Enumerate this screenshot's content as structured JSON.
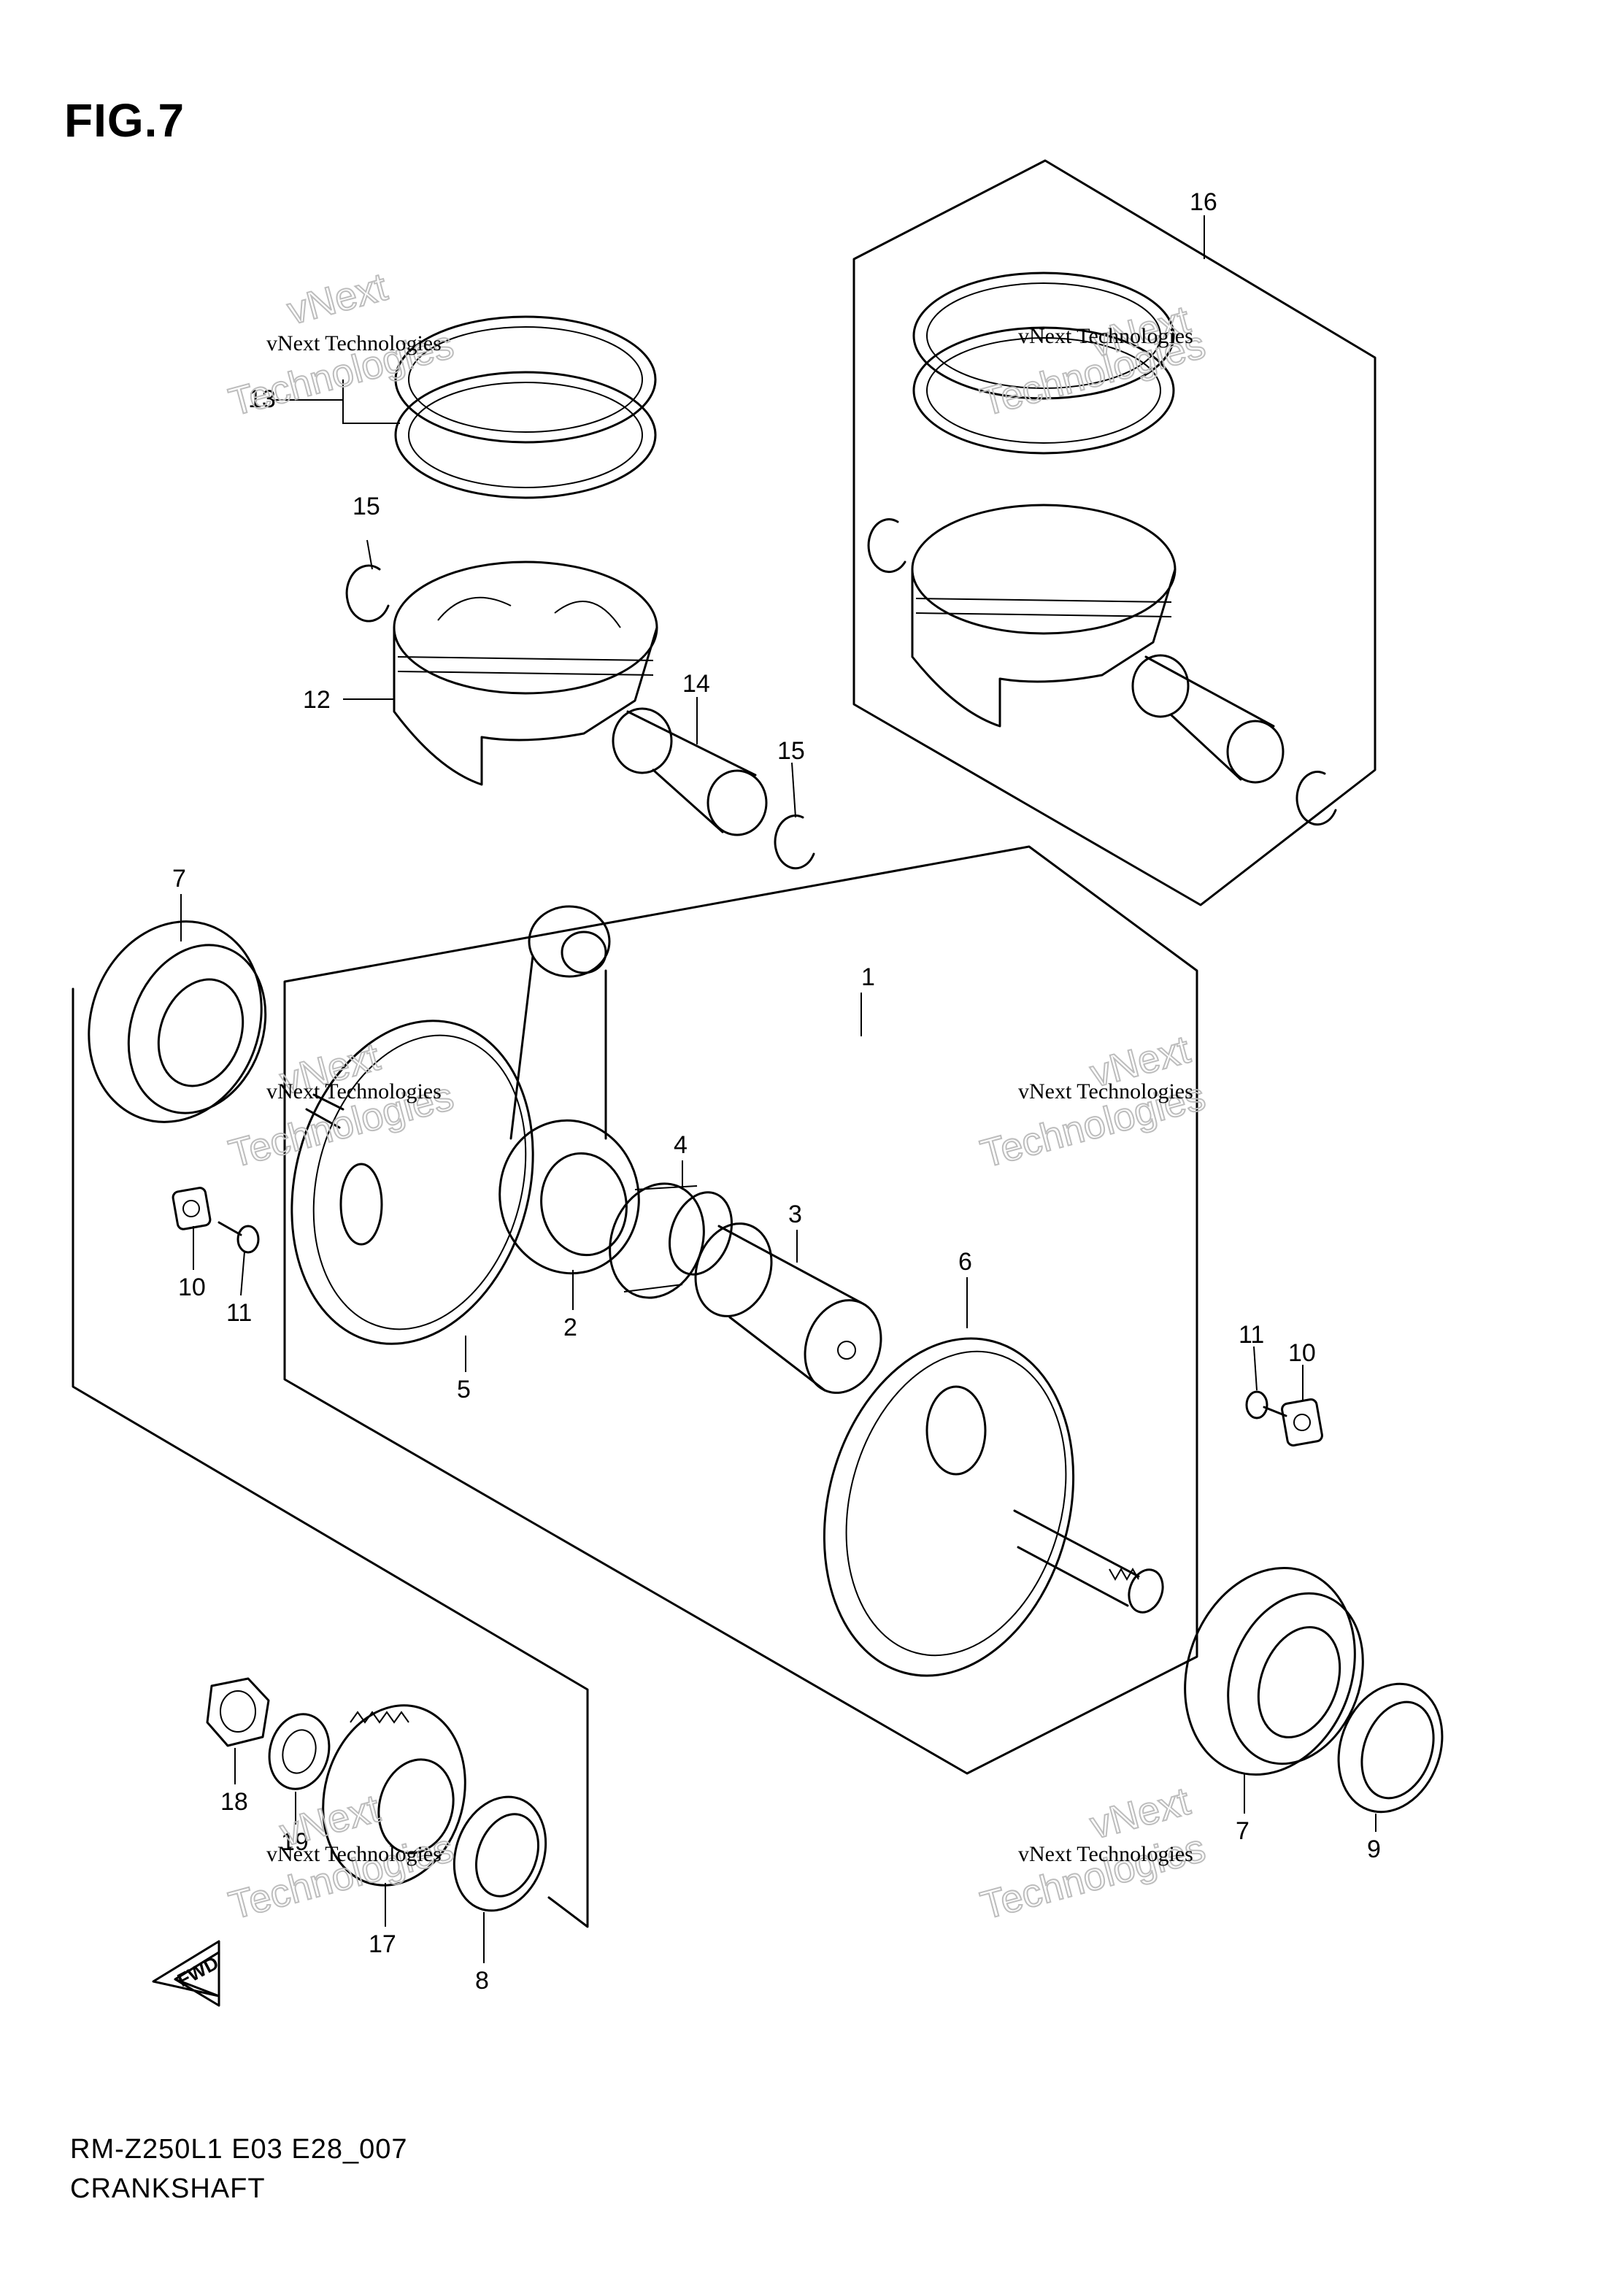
{
  "figure": {
    "title": "FIG.7",
    "code": "RM-Z250L1 E03 E28_007",
    "name": "CRANKSHAFT",
    "forward_label": "FWD"
  },
  "watermark": {
    "line1": "vNext Technologies",
    "line2": "vNext",
    "line3": "Technologies"
  },
  "callouts": [
    {
      "id": "c1",
      "label": "1"
    },
    {
      "id": "c2",
      "label": "2"
    },
    {
      "id": "c3",
      "label": "3"
    },
    {
      "id": "c4",
      "label": "4"
    },
    {
      "id": "c5",
      "label": "5"
    },
    {
      "id": "c6",
      "label": "6"
    },
    {
      "id": "c7a",
      "label": "7"
    },
    {
      "id": "c7b",
      "label": "7"
    },
    {
      "id": "c8",
      "label": "8"
    },
    {
      "id": "c9",
      "label": "9"
    },
    {
      "id": "c10a",
      "label": "10"
    },
    {
      "id": "c10b",
      "label": "10"
    },
    {
      "id": "c11a",
      "label": "11"
    },
    {
      "id": "c11b",
      "label": "11"
    },
    {
      "id": "c12",
      "label": "12"
    },
    {
      "id": "c13",
      "label": "13"
    },
    {
      "id": "c14",
      "label": "14"
    },
    {
      "id": "c15a",
      "label": "15"
    },
    {
      "id": "c15b",
      "label": "15"
    },
    {
      "id": "c16",
      "label": "16"
    },
    {
      "id": "c17",
      "label": "17"
    },
    {
      "id": "c18",
      "label": "18"
    },
    {
      "id": "c19",
      "label": "19"
    }
  ]
}
